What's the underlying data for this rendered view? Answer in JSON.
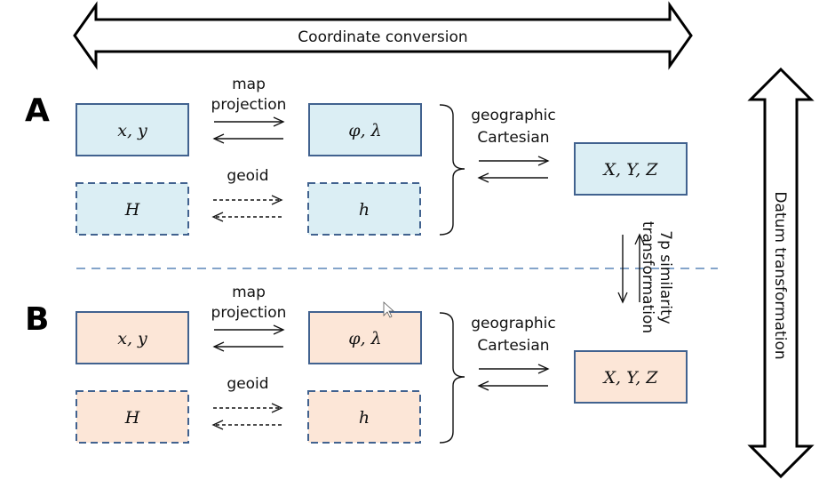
{
  "top_arrow": {
    "label": "Coordinate conversion"
  },
  "right_arrow": {
    "label": "Datum transformation"
  },
  "datum_link": {
    "label_line1": "7p similarity",
    "label_line2": "transformation"
  },
  "colors": {
    "box_stroke": "#41628f",
    "datum_a_fill": "#dbeef4",
    "datum_b_fill": "#fce6d7",
    "divider": "#5b86b8"
  },
  "datums": [
    {
      "id": "A",
      "label": "A",
      "boxes": {
        "xy": "x, y",
        "phi_lambda": "φ, λ",
        "H": "H",
        "h": "h",
        "XYZ": "X, Y, Z"
      },
      "arrows": {
        "projection_line1": "map",
        "projection_line2": "projection",
        "geoid": "geoid",
        "geo_cart_line1": "geographic",
        "geo_cart_line2": "Cartesian"
      }
    },
    {
      "id": "B",
      "label": "B",
      "boxes": {
        "xy": "x, y",
        "phi_lambda": "φ, λ",
        "H": "H",
        "h": "h",
        "XYZ": "X, Y, Z"
      },
      "arrows": {
        "projection_line1": "map",
        "projection_line2": "projection",
        "geoid": "geoid",
        "geo_cart_line1": "geographic",
        "geo_cart_line2": "Cartesian"
      }
    }
  ]
}
